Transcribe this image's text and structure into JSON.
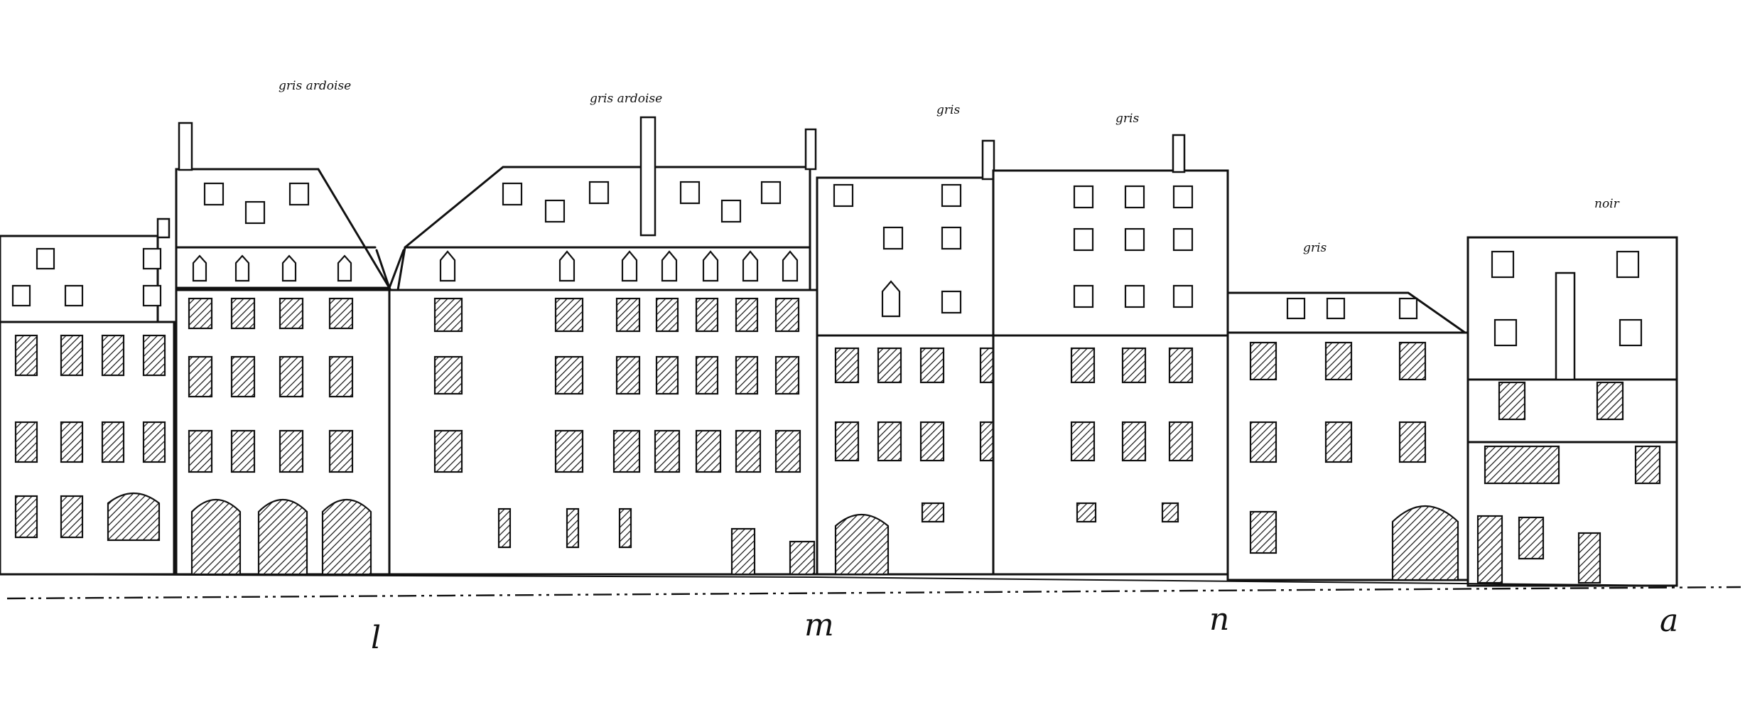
{
  "colors": {
    "ink": "#111111",
    "paper": "#ffffff"
  },
  "labels": {
    "section_l": "l",
    "section_m": "m",
    "section_n": "n",
    "section_a": "a"
  },
  "annotations": {
    "gable_1": "gris ardoise",
    "gable_2": "gris ardoise",
    "gable_3": "gris",
    "gable_4": "gris",
    "gable_5": "gris",
    "gable_6": "noir"
  }
}
